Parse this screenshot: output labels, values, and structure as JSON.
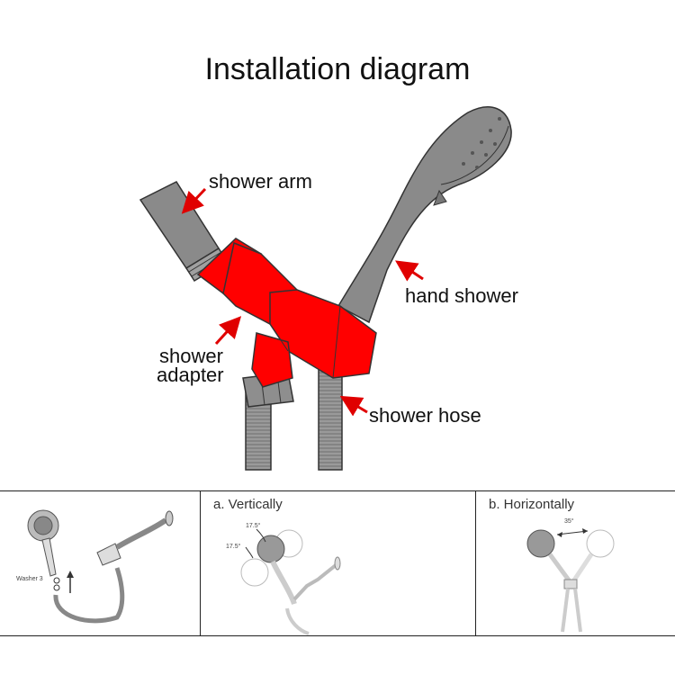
{
  "title": "Installation diagram",
  "labels": {
    "shower_arm": "shower arm",
    "hand_shower": "hand shower",
    "shower_adapter_1": "shower",
    "shower_adapter_2": "adapter",
    "shower_hose": "shower hose"
  },
  "panels": [
    {
      "label": "",
      "annotation": "Washer 3"
    },
    {
      "label": "a.  Vertically",
      "angle_1": "17.5°",
      "angle_2": "17.5°"
    },
    {
      "label": "b.  Horizontally",
      "angle_1": "35°"
    }
  ],
  "colors": {
    "adapter": "#ff0000",
    "arrow": "#e00000",
    "metal": "#8a8a8a"
  }
}
